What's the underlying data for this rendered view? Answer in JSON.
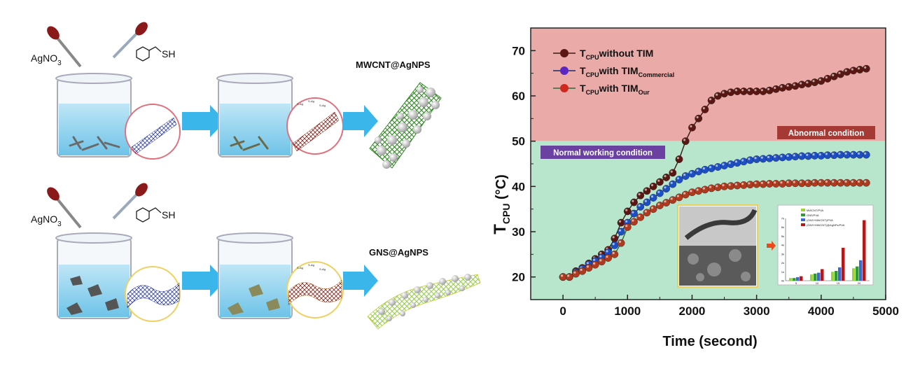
{
  "schematic": {
    "row1": {
      "reagent_left": "AgNO",
      "reagent_left_sub": "3",
      "reagent_right": "SH",
      "product_label": "MWCNT@AgNPS",
      "bond_labels": [
        "S-Ag",
        "S-Ag",
        "S-Ag"
      ]
    },
    "row2": {
      "reagent_left": "AgNO",
      "reagent_left_sub": "3",
      "reagent_right": "SH",
      "product_label": "GNS@AgNPS",
      "bond_labels": [
        "S-Ag",
        "S-Ag",
        "S-Ag"
      ]
    },
    "colors": {
      "liquid": "#8fd3ee",
      "arrow": "#3bb6ea",
      "cnt_circle": "#e0707c",
      "gns_circle": "#f0d060",
      "cnt_product": "#3a9a2a",
      "sphere": "#e6e6e6"
    }
  },
  "chart_data": {
    "type": "line",
    "xlabel": "Time (second)",
    "ylabel": "T",
    "ylabel_sub": "CPU",
    "ylabel_unit": " (°C)",
    "xlim": [
      -500,
      5000
    ],
    "ylim": [
      15,
      75
    ],
    "xticks": [
      0,
      1000,
      2000,
      3000,
      4000,
      5000
    ],
    "yticks": [
      20,
      30,
      40,
      50,
      60,
      70
    ],
    "threshold": 50,
    "regions": {
      "normal": {
        "label": "Normal working condition",
        "color": "#b8e6cc"
      },
      "abnormal": {
        "label": "Abnormal condition",
        "color": "#eaaaa8"
      }
    },
    "series": [
      {
        "name": "without TIM",
        "legend_prefix": "T",
        "legend_sub": "CPU",
        "legend_text": "without TIM",
        "legend_tail": "",
        "color": "#5a1712",
        "line": "#3a1a10",
        "points": [
          [
            0,
            20
          ],
          [
            100,
            20
          ],
          [
            200,
            21.3
          ],
          [
            300,
            22
          ],
          [
            400,
            23
          ],
          [
            500,
            24
          ],
          [
            600,
            25
          ],
          [
            700,
            26
          ],
          [
            800,
            28.5
          ],
          [
            900,
            32
          ],
          [
            1000,
            34.5
          ],
          [
            1100,
            36.5
          ],
          [
            1200,
            38
          ],
          [
            1300,
            39
          ],
          [
            1400,
            40
          ],
          [
            1500,
            41
          ],
          [
            1600,
            42
          ],
          [
            1700,
            43
          ],
          [
            1800,
            46
          ],
          [
            1900,
            50
          ],
          [
            2000,
            53
          ],
          [
            2100,
            55
          ],
          [
            2200,
            57
          ],
          [
            2300,
            59
          ],
          [
            2400,
            60
          ],
          [
            2500,
            60.5
          ],
          [
            2600,
            60.8
          ],
          [
            2700,
            61
          ],
          [
            2800,
            61
          ],
          [
            2900,
            61
          ],
          [
            3000,
            61
          ],
          [
            3100,
            61
          ],
          [
            3200,
            61.2
          ],
          [
            3300,
            61.5
          ],
          [
            3400,
            61.8
          ],
          [
            3500,
            62
          ],
          [
            3600,
            62.2
          ],
          [
            3700,
            62.5
          ],
          [
            3800,
            62.7
          ],
          [
            3900,
            63
          ],
          [
            4000,
            63.3
          ],
          [
            4100,
            63.8
          ],
          [
            4200,
            64.3
          ],
          [
            4300,
            64.8
          ],
          [
            4400,
            65.3
          ],
          [
            4500,
            65.6
          ],
          [
            4600,
            65.8
          ],
          [
            4700,
            66
          ]
        ]
      },
      {
        "name": "with TIM Commercial",
        "legend_prefix": "T",
        "legend_sub": "CPU",
        "legend_text": "with TIM",
        "legend_tail": "Commercial",
        "color": "#1d4fc4",
        "line": "#1a2a6a",
        "points": [
          [
            0,
            20
          ],
          [
            100,
            20
          ],
          [
            200,
            21
          ],
          [
            300,
            21.8
          ],
          [
            400,
            22.8
          ],
          [
            500,
            23.5
          ],
          [
            600,
            24.3
          ],
          [
            700,
            25.4
          ],
          [
            800,
            27
          ],
          [
            900,
            30
          ],
          [
            1000,
            32
          ],
          [
            1100,
            34
          ],
          [
            1200,
            35.5
          ],
          [
            1300,
            36.5
          ],
          [
            1400,
            37.5
          ],
          [
            1500,
            38.5
          ],
          [
            1600,
            39.5
          ],
          [
            1700,
            40.5
          ],
          [
            1800,
            41.5
          ],
          [
            1900,
            42.3
          ],
          [
            2000,
            42.8
          ],
          [
            2100,
            43.3
          ],
          [
            2200,
            43.7
          ],
          [
            2300,
            44
          ],
          [
            2400,
            44.3
          ],
          [
            2500,
            44.6
          ],
          [
            2600,
            44.9
          ],
          [
            2700,
            45.2
          ],
          [
            2800,
            45.5
          ],
          [
            2900,
            45.8
          ],
          [
            3000,
            46
          ],
          [
            3100,
            46.1
          ],
          [
            3200,
            46.2
          ],
          [
            3300,
            46.3
          ],
          [
            3400,
            46.4
          ],
          [
            3500,
            46.5
          ],
          [
            3600,
            46.6
          ],
          [
            3700,
            46.7
          ],
          [
            3800,
            46.7
          ],
          [
            3900,
            46.8
          ],
          [
            4000,
            46.8
          ],
          [
            4100,
            46.9
          ],
          [
            4200,
            46.9
          ],
          [
            4300,
            47
          ],
          [
            4400,
            47
          ],
          [
            4500,
            47
          ],
          [
            4600,
            47
          ],
          [
            4700,
            47
          ]
        ]
      },
      {
        "name": "with TIM Our",
        "legend_prefix": "T",
        "legend_sub": "CPU",
        "legend_text": "with TIM",
        "legend_tail": "Our",
        "color": "#b03a1e",
        "line": "#2a6a3a",
        "points": [
          [
            0,
            20
          ],
          [
            100,
            20
          ],
          [
            200,
            20.7
          ],
          [
            300,
            21.3
          ],
          [
            400,
            22
          ],
          [
            500,
            22.7
          ],
          [
            600,
            23.4
          ],
          [
            700,
            24.2
          ],
          [
            800,
            25
          ],
          [
            900,
            27.5
          ],
          [
            1000,
            31
          ],
          [
            1100,
            32.2
          ],
          [
            1200,
            33.2
          ],
          [
            1300,
            34.2
          ],
          [
            1400,
            35
          ],
          [
            1500,
            35.8
          ],
          [
            1600,
            36.4
          ],
          [
            1700,
            37
          ],
          [
            1800,
            37.6
          ],
          [
            1900,
            38.2
          ],
          [
            2000,
            38.7
          ],
          [
            2100,
            39
          ],
          [
            2200,
            39.3
          ],
          [
            2300,
            39.6
          ],
          [
            2400,
            39.8
          ],
          [
            2500,
            40
          ],
          [
            2600,
            40.1
          ],
          [
            2700,
            40.2
          ],
          [
            2800,
            40.3
          ],
          [
            2900,
            40.4
          ],
          [
            3000,
            40.5
          ],
          [
            3100,
            40.5
          ],
          [
            3200,
            40.6
          ],
          [
            3300,
            40.6
          ],
          [
            3400,
            40.6
          ],
          [
            3500,
            40.7
          ],
          [
            3600,
            40.7
          ],
          [
            3700,
            40.7
          ],
          [
            3800,
            40.7
          ],
          [
            3900,
            40.8
          ],
          [
            4000,
            40.8
          ],
          [
            4100,
            40.8
          ],
          [
            4200,
            40.8
          ],
          [
            4300,
            40.8
          ],
          [
            4400,
            40.8
          ],
          [
            4500,
            40.8
          ],
          [
            4600,
            40.8
          ],
          [
            4700,
            40.8
          ]
        ]
      }
    ],
    "inset": {
      "legend": [
        "MWCNT/PVA",
        "GNS/PVA",
        "(GNS+MWCNT)/PVA",
        "(GNS+MWCNT)@AgNPs/PVA"
      ],
      "colors": [
        "#9ad23a",
        "#2f9a3a",
        "#3a6ad0",
        "#b01a1a"
      ],
      "categories": [
        5,
        10,
        15,
        20
      ],
      "values": [
        [
          0.3,
          0.7,
          1.0,
          1.4
        ],
        [
          0.3,
          0.8,
          1.1,
          1.6
        ],
        [
          0.4,
          0.9,
          1.5,
          2.3
        ],
        [
          0.5,
          1.3,
          3.7,
          6.8
        ]
      ],
      "yticks": [
        0,
        1,
        2,
        3,
        4,
        5,
        6,
        7
      ],
      "ylim": [
        0,
        7
      ]
    }
  }
}
